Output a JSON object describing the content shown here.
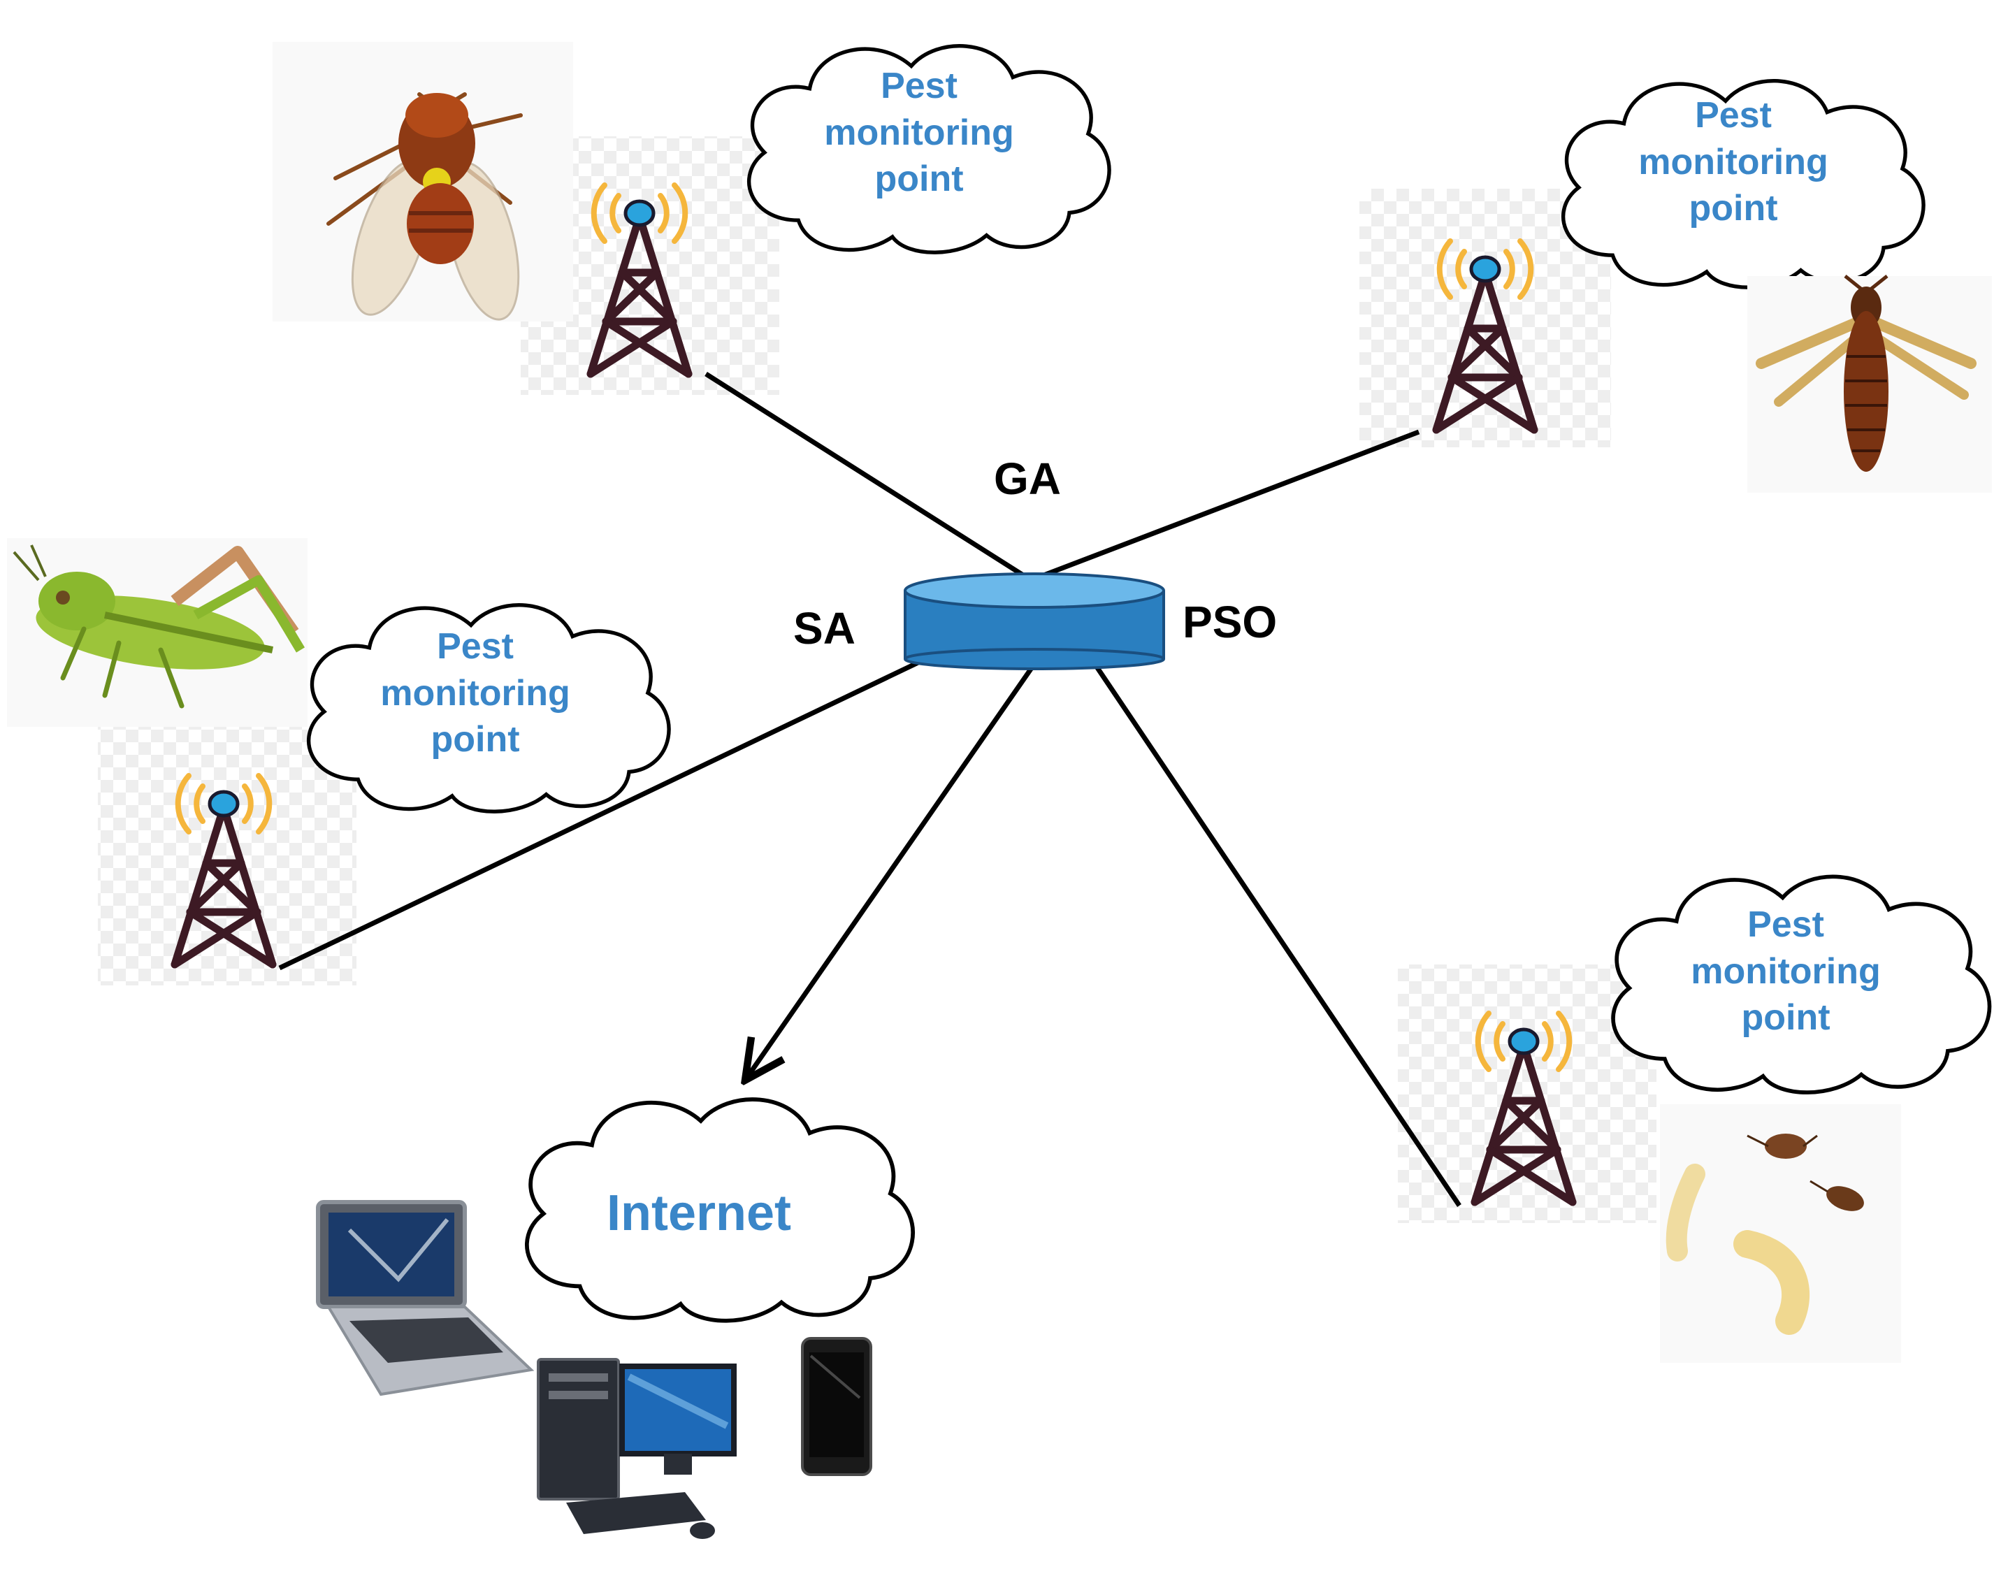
{
  "diagram": {
    "monitoring_points": [
      {
        "id": "mp-top-left",
        "label": "Pest\nmonitoring\npoint",
        "pest": "fruit-fly-icon"
      },
      {
        "id": "mp-top-right",
        "label": "Pest\nmonitoring\npoint",
        "pest": "thrips-icon"
      },
      {
        "id": "mp-left",
        "label": "Pest\nmonitoring\npoint",
        "pest": "grasshopper-icon"
      },
      {
        "id": "mp-bottom-right",
        "label": "Pest\nmonitoring\npoint",
        "pest": "larvae-beetles-icon"
      }
    ],
    "algorithms": {
      "ga": "GA",
      "sa": "SA",
      "pso": "PSO"
    },
    "internet": {
      "label": "Internet"
    },
    "hub": "router-icon",
    "devices": [
      "laptop-icon",
      "desktop-computer-icon",
      "smartphone-icon"
    ],
    "colors": {
      "cloud_text": "#3a86c8",
      "tower": "#3d1a24",
      "tower_tip": "#2aa3dd",
      "signal": "#f5b63c",
      "router": "#2a7fc0",
      "router_top": "#6bb8ea",
      "link": "#000000"
    }
  }
}
